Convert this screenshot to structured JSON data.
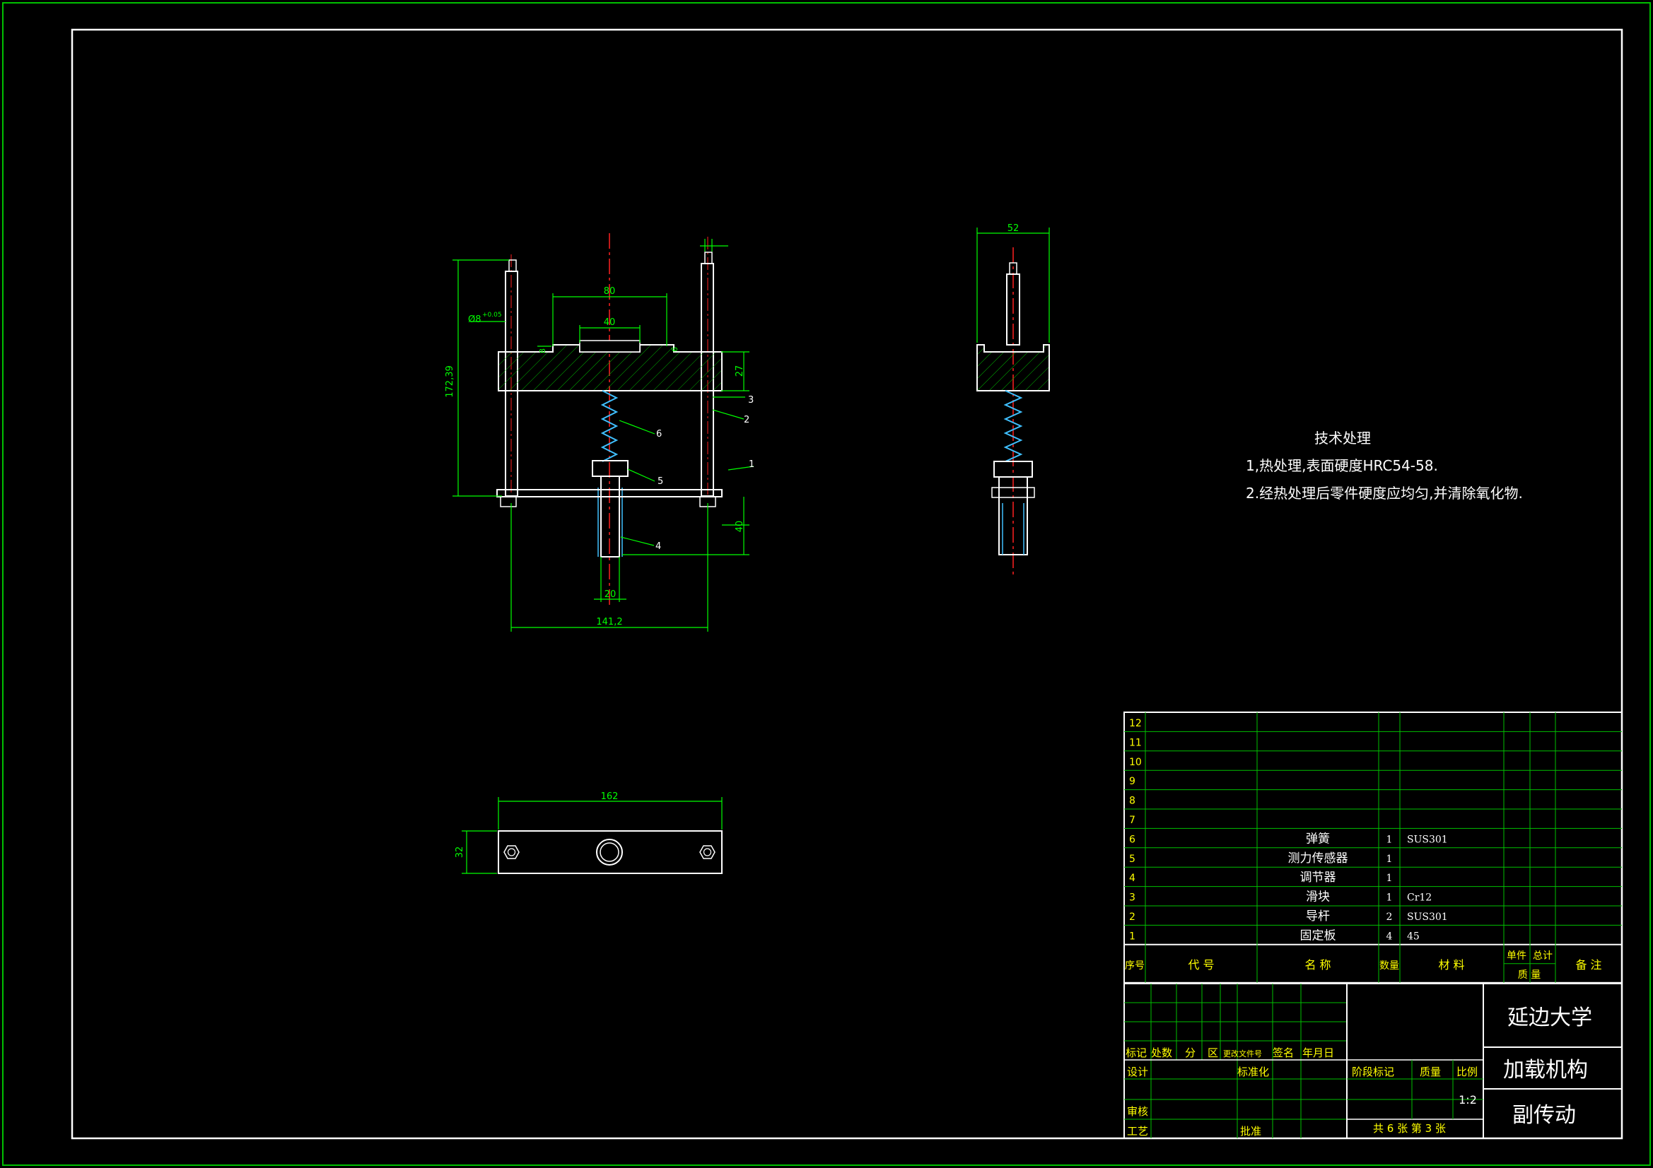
{
  "colors": {
    "background": "#000000",
    "frame": "#ffffff",
    "outer_border": "#00c000",
    "dimension": "#00ff00",
    "center_line": "#ff2020",
    "hatch": "#00c000",
    "spring": "#40c0ff",
    "text_white": "#ffffff",
    "text_yellow": "#ffff00"
  },
  "front_view": {
    "dims": {
      "d80": "80",
      "d40": "40",
      "d172": "172,39",
      "d27": "27",
      "d6": "6",
      "d8": "8",
      "d40b": "40",
      "d20": "20",
      "d141": "141,2",
      "phi": "Ø8",
      "tol": "+0.05",
      "dim_top": "8"
    },
    "callouts": [
      "1",
      "2",
      "3",
      "4",
      "5",
      "6"
    ]
  },
  "side_view": {
    "dims": {
      "d52": "52"
    }
  },
  "top_view": {
    "dims": {
      "d162": "162",
      "d32": "32"
    }
  },
  "tech_notes": {
    "title": "技术处理",
    "line1": "1,热处理,表面硬度HRC54-58.",
    "line2": "2.经热处理后零件硬度应均匀,并清除氧化物."
  },
  "bom": {
    "rows": [
      {
        "no": "12",
        "code": "",
        "name": "",
        "qty": "",
        "material": ""
      },
      {
        "no": "11",
        "code": "",
        "name": "",
        "qty": "",
        "material": ""
      },
      {
        "no": "10",
        "code": "",
        "name": "",
        "qty": "",
        "material": ""
      },
      {
        "no": "9",
        "code": "",
        "name": "",
        "qty": "",
        "material": ""
      },
      {
        "no": "8",
        "code": "",
        "name": "",
        "qty": "",
        "material": ""
      },
      {
        "no": "7",
        "code": "",
        "name": "",
        "qty": "",
        "material": ""
      },
      {
        "no": "6",
        "code": "",
        "name": "弹簧",
        "qty": "1",
        "material": "SUS301"
      },
      {
        "no": "5",
        "code": "",
        "name": "测力传感器",
        "qty": "1",
        "material": ""
      },
      {
        "no": "4",
        "code": "",
        "name": "调节器",
        "qty": "1",
        "material": ""
      },
      {
        "no": "3",
        "code": "",
        "name": "滑块",
        "qty": "1",
        "material": "Cr12"
      },
      {
        "no": "2",
        "code": "",
        "name": "导杆",
        "qty": "2",
        "material": "SUS301"
      },
      {
        "no": "1",
        "code": "",
        "name": "固定板",
        "qty": "4",
        "material": "45"
      }
    ],
    "header": {
      "no": "序号",
      "code": "代      号",
      "name": "名      称",
      "qty": "数量",
      "material": "材   料",
      "unit": "单件",
      "total": "总计",
      "mass": "质   量",
      "remark": "备 注"
    }
  },
  "title_block": {
    "rev_cols": [
      "标记",
      "处数",
      "分",
      "区",
      "更改文件号",
      "签名",
      "年月日"
    ],
    "design": "设计",
    "standard": "标准化",
    "review": "审核",
    "process": "工艺",
    "approve": "批准",
    "stage": "阶段标记",
    "mass": "质量",
    "scale": "比例",
    "scale_value": "1:2",
    "sheets": "共 6 张  第 3 张",
    "school": "延边大学",
    "assembly": "加载机构",
    "part": "副传动"
  }
}
